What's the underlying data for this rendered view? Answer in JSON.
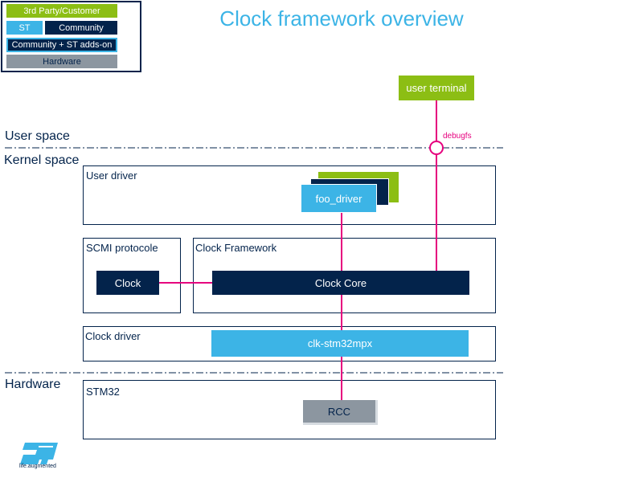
{
  "title": "Clock framework overview",
  "legend": {
    "items": [
      {
        "label": "3rd Party/Customer",
        "color": "#8cbe14"
      },
      {
        "label": "ST",
        "color": "#3cb4e6"
      },
      {
        "label": "Community",
        "color": "#03234b"
      },
      {
        "label": "Community + ST adds-on",
        "color": "#03234b"
      },
      {
        "label": "Hardware",
        "color": "#8c96a0"
      }
    ]
  },
  "zones": {
    "user_space": "User space",
    "kernel_space": "Kernel space",
    "hardware": "Hardware"
  },
  "panels": {
    "user_driver": "User driver",
    "scmi_protocol": "SCMI protocole",
    "clock_framework": "Clock Framework",
    "clock_driver": "Clock driver",
    "stm32": "STM32"
  },
  "blocks": {
    "user_terminal": "user terminal",
    "foo_driver": "foo_driver",
    "clock": "Clock",
    "clock_core": "Clock Core",
    "clk_stm32mpx": "clk-stm32mpx",
    "rcc": "RCC"
  },
  "labels": {
    "debugfs": "debugfs"
  },
  "logo": {
    "text": "life.augmented"
  },
  "colors": {
    "link": "#e6007e",
    "navy": "#03234b",
    "cyan": "#3cb4e6",
    "green": "#8cbe14",
    "grey": "#8c96a0"
  }
}
